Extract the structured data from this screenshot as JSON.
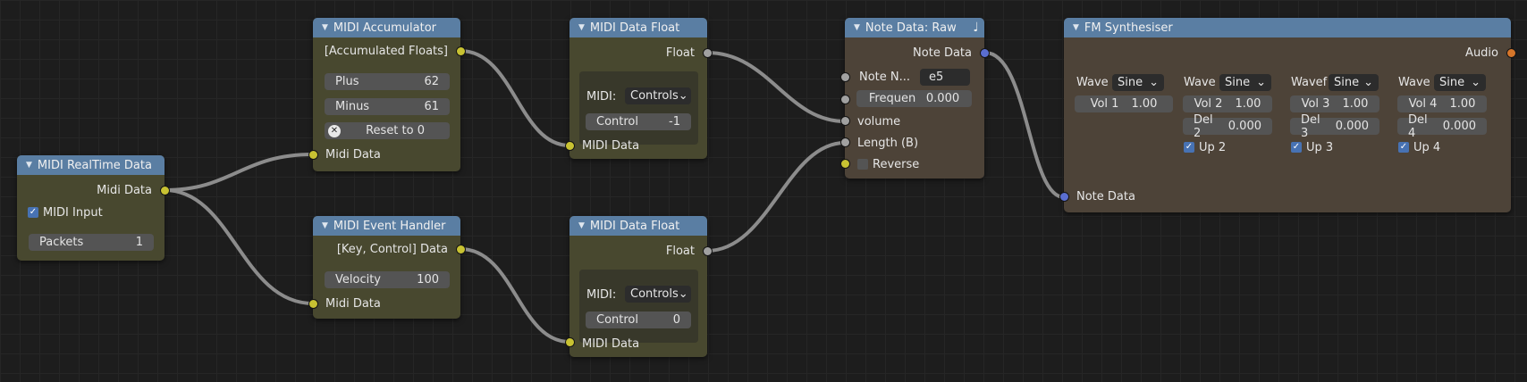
{
  "nodes": {
    "rt": {
      "title": "MIDI RealTime Data",
      "out": "Midi Data",
      "check": "MIDI Input",
      "packets_label": "Packets",
      "packets_value": "1"
    },
    "acc": {
      "title": "MIDI Accumulator",
      "out": "[Accumulated Floats]",
      "plus_label": "Plus",
      "plus_value": "62",
      "minus_label": "Minus",
      "minus_value": "61",
      "reset_label": "Reset to 0",
      "in": "Midi Data"
    },
    "evh": {
      "title": "MIDI Event Handler",
      "out": "[Key, Control] Data",
      "vel_label": "Velocity",
      "vel_value": "100",
      "in": "Midi Data"
    },
    "df1": {
      "title": "MIDI Data Float",
      "out": "Float",
      "midi_label": "MIDI:",
      "midi_value": "Controls",
      "ctrl_label": "Control",
      "ctrl_value": "-1",
      "in": "MIDI Data"
    },
    "df2": {
      "title": "MIDI Data Float",
      "out": "Float",
      "midi_label": "MIDI:",
      "midi_value": "Controls",
      "ctrl_label": "Control",
      "ctrl_value": "0",
      "in": "MIDI Data"
    },
    "nd": {
      "title": "Note Data: Raw",
      "out": "Note Data",
      "note_label": "Note N...",
      "note_value": "e5",
      "freq_label": "Frequen",
      "freq_value": "0.000",
      "volume": "volume",
      "length": "Length (B)",
      "reverse": "Reverse"
    },
    "fm": {
      "title": "FM Synthesiser",
      "out": "Audio",
      "in": "Note Data",
      "cols": [
        {
          "wave_label": "Wave",
          "wave_value": "Sine",
          "vol_label": "Vol 1",
          "vol_value": "1.00"
        },
        {
          "wave_label": "Wave",
          "wave_value": "Sine",
          "vol_label": "Vol 2",
          "vol_value": "1.00",
          "del_label": "Del 2",
          "del_value": "0.000",
          "up_label": "Up 2"
        },
        {
          "wave_label": "Wavef",
          "wave_value": "Sine",
          "vol_label": "Vol 3",
          "vol_value": "1.00",
          "del_label": "Del 3",
          "del_value": "0.000",
          "up_label": "Up 3"
        },
        {
          "wave_label": "Wave",
          "wave_value": "Sine",
          "vol_label": "Vol 4",
          "vol_value": "1.00",
          "del_label": "Del 4",
          "del_value": "0.000",
          "up_label": "Up 4"
        }
      ]
    }
  },
  "colors": {
    "header": "#5a7ea3",
    "olive_node": "#48482f",
    "brown_node": "#4d4338",
    "socket_yellow": "#c8c232",
    "socket_grey": "#a1a1a1",
    "socket_blue": "#5a6ed0",
    "socket_orange": "#d6762a",
    "checkbox": "#4772b3"
  },
  "icons": {
    "collapse": "triangle-down-icon",
    "reset": "x-circle-icon",
    "dropdown": "chevron-down-icon",
    "note_header": "music-note-icon"
  }
}
